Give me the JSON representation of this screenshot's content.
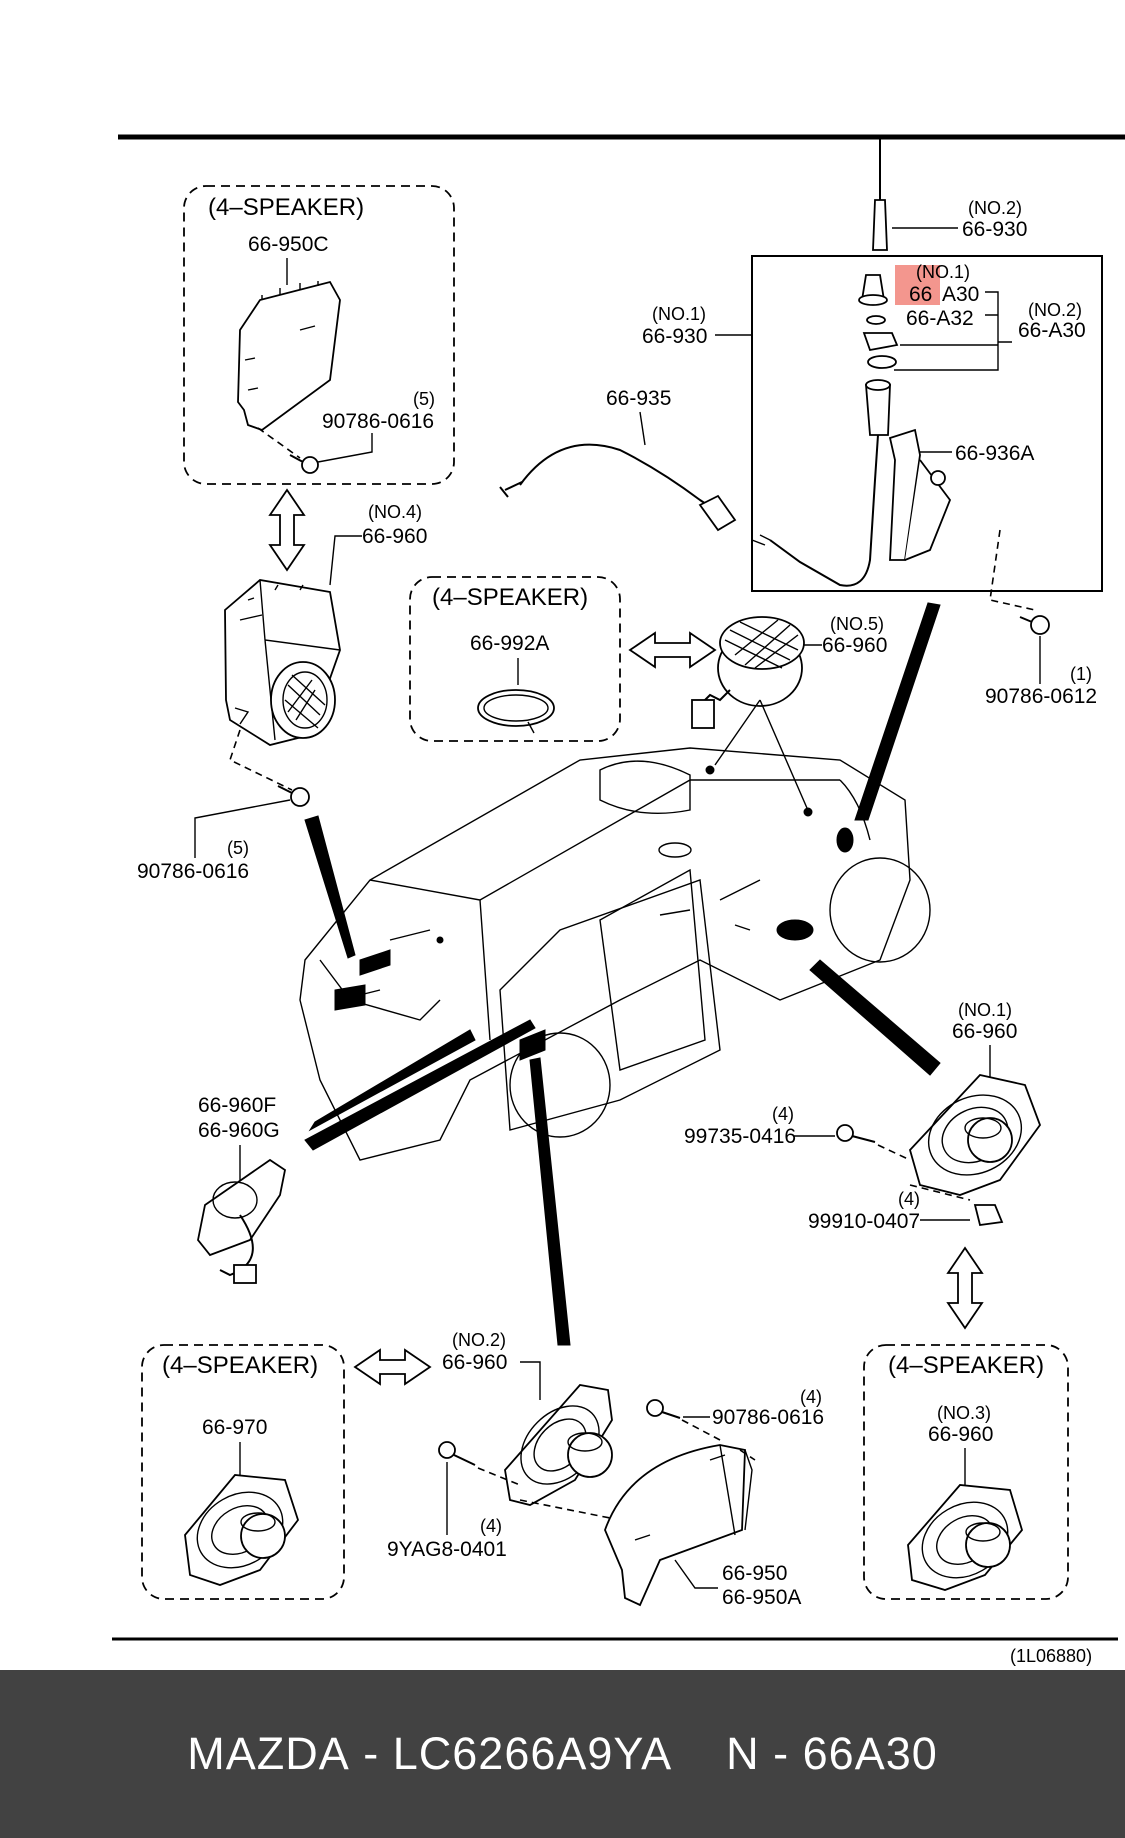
{
  "diagram": {
    "groups": {
      "top_left": "(4–SPEAKER)",
      "mid": "(4–SPEAKER)",
      "bottom_left": "(4–SPEAKER)",
      "bottom_right": "(4–SPEAKER)"
    },
    "labels": {
      "no2_antenna_q": "(NO.2)",
      "no2_antenna_part": "66-930",
      "no1_cap_q": "(NO.1)",
      "no1_cap_part_prefix": "66",
      "no1_cap_part_suffix": "A30",
      "a32_part": "66-A32",
      "no2_a30_q": "(NO.2)",
      "no2_a30_part": "66-A30",
      "no1_antenna_q": "(NO.1)",
      "no1_antenna_part": "66-930",
      "cable_part": "66-935",
      "bracket_part": "66-936A",
      "bolt_0612_q": "(1)",
      "bolt_0612_part": "90786-0612",
      "tl_speaker_part": "66-950C",
      "tl_bolt_q": "(5)",
      "tl_bolt_part": "90786-0616",
      "no4_q": "(NO.4)",
      "no4_part": "66-960",
      "mid_speaker_part": "66-992A",
      "no5_q": "(NO.5)",
      "no5_part": "66-960",
      "left_bolt_q": "(5)",
      "left_bolt_part": "90786-0616",
      "no1_spk_q": "(NO.1)",
      "no1_spk_part": "66-960",
      "screw_0416_q": "(4)",
      "screw_0416_part": "99735-0416",
      "clip_0407_q": "(4)",
      "clip_0407_part": "99910-0407",
      "tweeter_f": "66-960F",
      "tweeter_g": "66-960G",
      "bl_speaker_part": "66-970",
      "no2_spk_q": "(NO.2)",
      "no2_spk_part": "66-960",
      "screw_9yag_q": "(4)",
      "screw_9yag_part": "9YAG8-0401",
      "bolt_0616b_q": "(4)",
      "bolt_0616b_part": "90786-0616",
      "bracket_950": "66-950",
      "bracket_950a": "66-950A",
      "no3_q": "(NO.3)",
      "no3_part": "66-960",
      "figure_code": "(1L06880)"
    },
    "highlight_color": "#f28b82"
  },
  "footer": {
    "brand": "MAZDA",
    "sep1": "-",
    "part_number": "LC6266A9YA",
    "ref_letter": "N",
    "sep2": "-",
    "ref_code": "66A30",
    "background": "#424242"
  }
}
